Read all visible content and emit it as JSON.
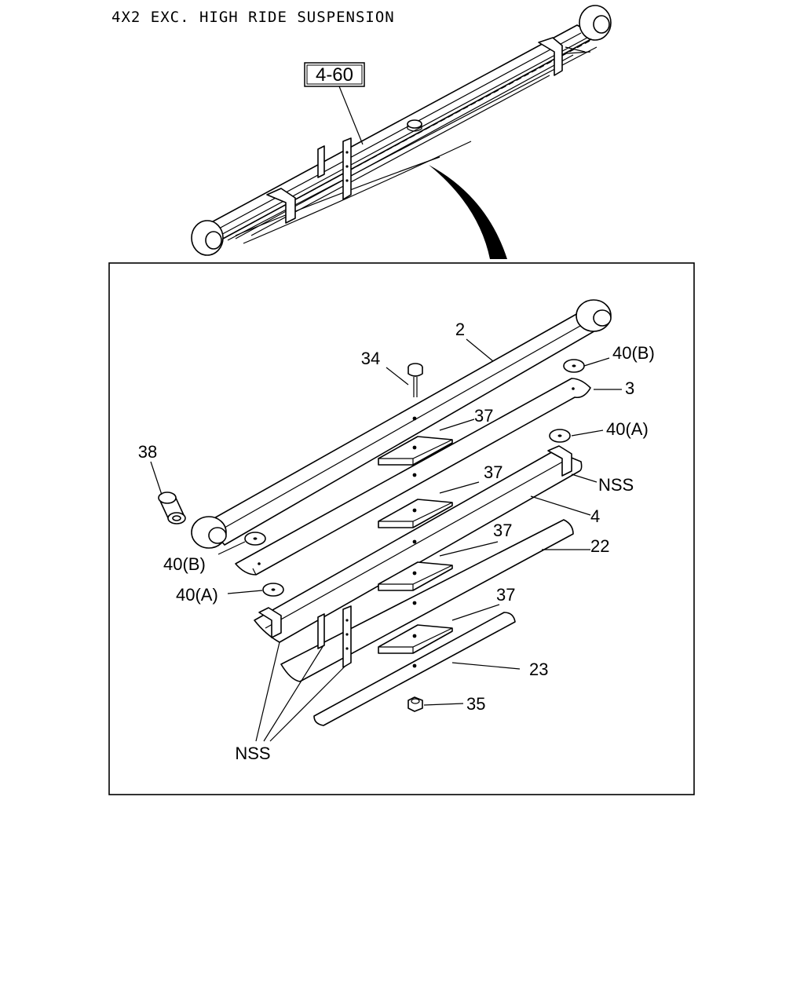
{
  "title": "4X2 EXC. HIGH RIDE SUSPENSION",
  "reference_box": "4-60",
  "callouts": {
    "leaf_2": "2",
    "bolt_34": "34",
    "washer_40b_top": "40(B)",
    "leaf_3": "3",
    "pad_37_a": "37",
    "washer_40a_top": "40(A)",
    "bushing_38": "38",
    "pad_37_b": "37",
    "nss_clip_right": "NSS",
    "leaf_4": "4",
    "pad_37_c": "37",
    "leaf_22": "22",
    "washer_40b_left": "40(B)",
    "washer_40a_left": "40(A)",
    "pad_37_d": "37",
    "leaf_23": "23",
    "nut_35": "35",
    "nss_bottom": "NSS"
  }
}
